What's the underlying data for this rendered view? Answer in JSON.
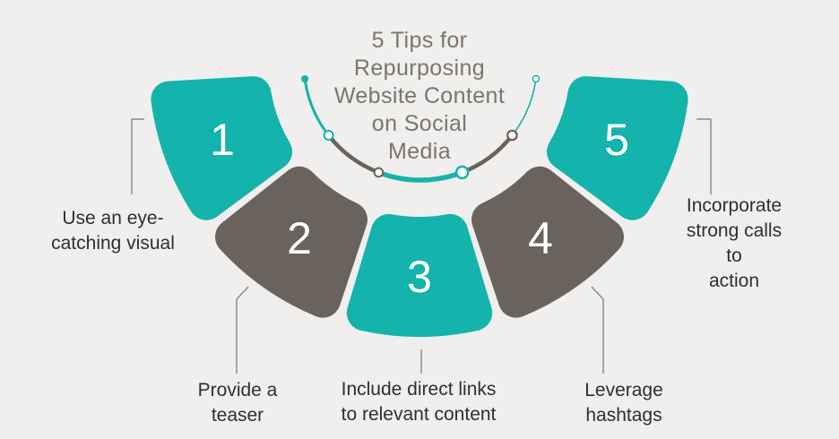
{
  "palette": {
    "teal": "#14b3ab",
    "dark": "#6a625c",
    "background": "#f0efee",
    "title_text": "#7a756f",
    "label_text": "#312f2d",
    "connector": "#8a8884",
    "node_fill": "#ffffff",
    "number_text": "#ffffff"
  },
  "title": {
    "text": "5 Tips for Repurposing Website Content on Social Media",
    "lines": [
      "5 Tips for",
      "Repurposing",
      "Website Content",
      "on Social",
      "Media"
    ]
  },
  "tips": [
    {
      "number": "1",
      "color": "teal",
      "label": "Use an eye-catching visual",
      "label_lines": [
        "Use an eye-",
        "catching visual"
      ]
    },
    {
      "number": "2",
      "color": "dark",
      "label": "Provide a teaser",
      "label_lines": [
        "Provide a",
        "teaser"
      ]
    },
    {
      "number": "3",
      "color": "teal",
      "label": "Include direct links to relevant content",
      "label_lines": [
        "Include direct links",
        "to relevant content"
      ]
    },
    {
      "number": "4",
      "color": "dark",
      "label": "Leverage hashtags",
      "label_lines": [
        "Leverage",
        "hashtags"
      ]
    },
    {
      "number": "5",
      "color": "teal",
      "label": "Incorporate strong calls to action",
      "label_lines": [
        "Incorporate",
        "strong calls to",
        "action"
      ]
    }
  ]
}
